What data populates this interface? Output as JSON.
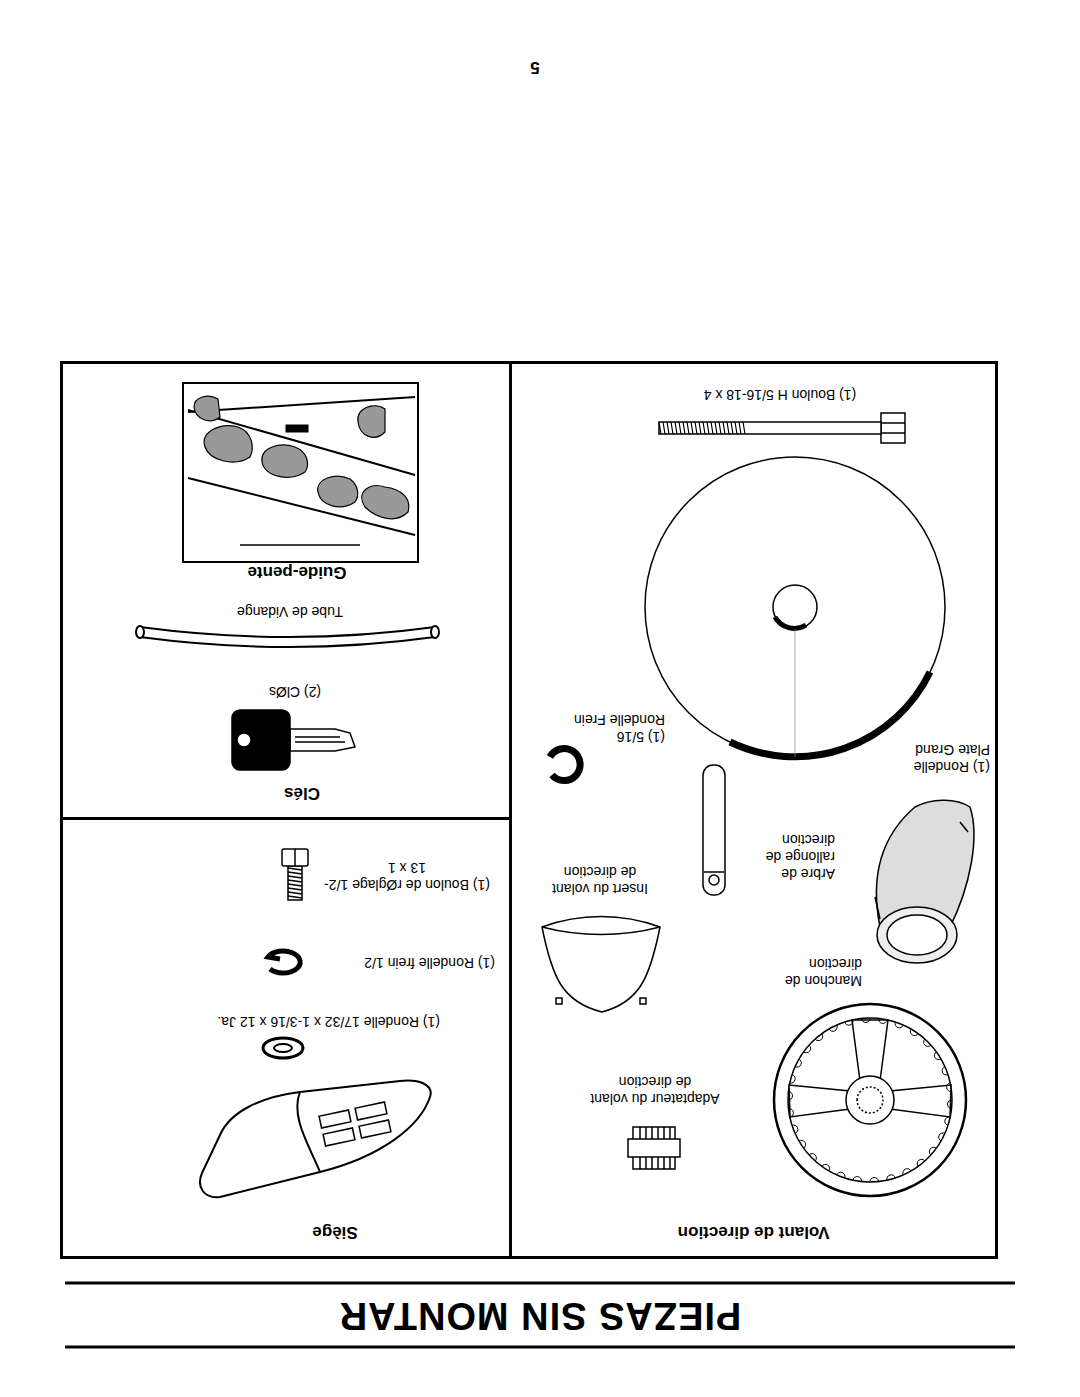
{
  "diagram": {
    "title": "PIEZAS SIN MONTAR",
    "nodes": [
      {
        "text": [
          "Volant de direction"
        ]
      },
      {
        "text": [
          "Siège"
        ]
      },
      {
        "text": [
          "Clés",
          "Guide-pente"
        ]
      }
    ],
    "edges": [],
    "labels": [
      "Adaptateur du volant de direction",
      "Manchon de direction",
      "Insert du volant de direction",
      "Arbre de rallonge de direction",
      "(1) 5/16 Rondelle Frein",
      "(1) Rondelle Plate Grand",
      "(1) Boulon H 5/16-18 x 4",
      "(1) Rondelle 17/32 x 1-3/16 x 12 Ja.",
      "(1) Rondelle frein 1/2",
      "(1) Boulon de rØglage 1/2-13 x 1",
      "(2) ClØs",
      "Tube de Vidange",
      "5"
    ]
  }
}
